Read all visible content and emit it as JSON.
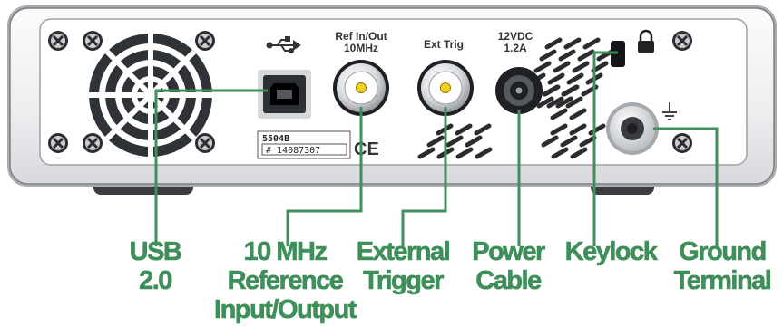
{
  "panel": {
    "port_labels": {
      "ref_line1": "Ref In/Out",
      "ref_line2": "10MHz",
      "ext_trig": "Ext Trig",
      "power_line1": "12VDC",
      "power_line2": "1.2A"
    },
    "model": "5504B",
    "serial": "# 14087307",
    "ce_mark": "CE"
  },
  "icons": {
    "usb": "usb-icon",
    "lock": "padlock-icon",
    "ground": "ground-icon",
    "fan": "fan-grille-icon",
    "screw": "screw-icon"
  },
  "callouts": {
    "usb": [
      "USB",
      "2.0"
    ],
    "ref": [
      "10 MHz",
      "Reference",
      "Input/Output"
    ],
    "trigger": [
      "External",
      "Trigger"
    ],
    "power": [
      "Power",
      "Cable"
    ],
    "keylock": [
      "Keylock"
    ],
    "ground": [
      "Ground",
      "Terminal"
    ]
  },
  "colors": {
    "callout_green": "#3f8f5b",
    "device_body": "#e9eaec",
    "connector_gold": "#f2d21a"
  }
}
